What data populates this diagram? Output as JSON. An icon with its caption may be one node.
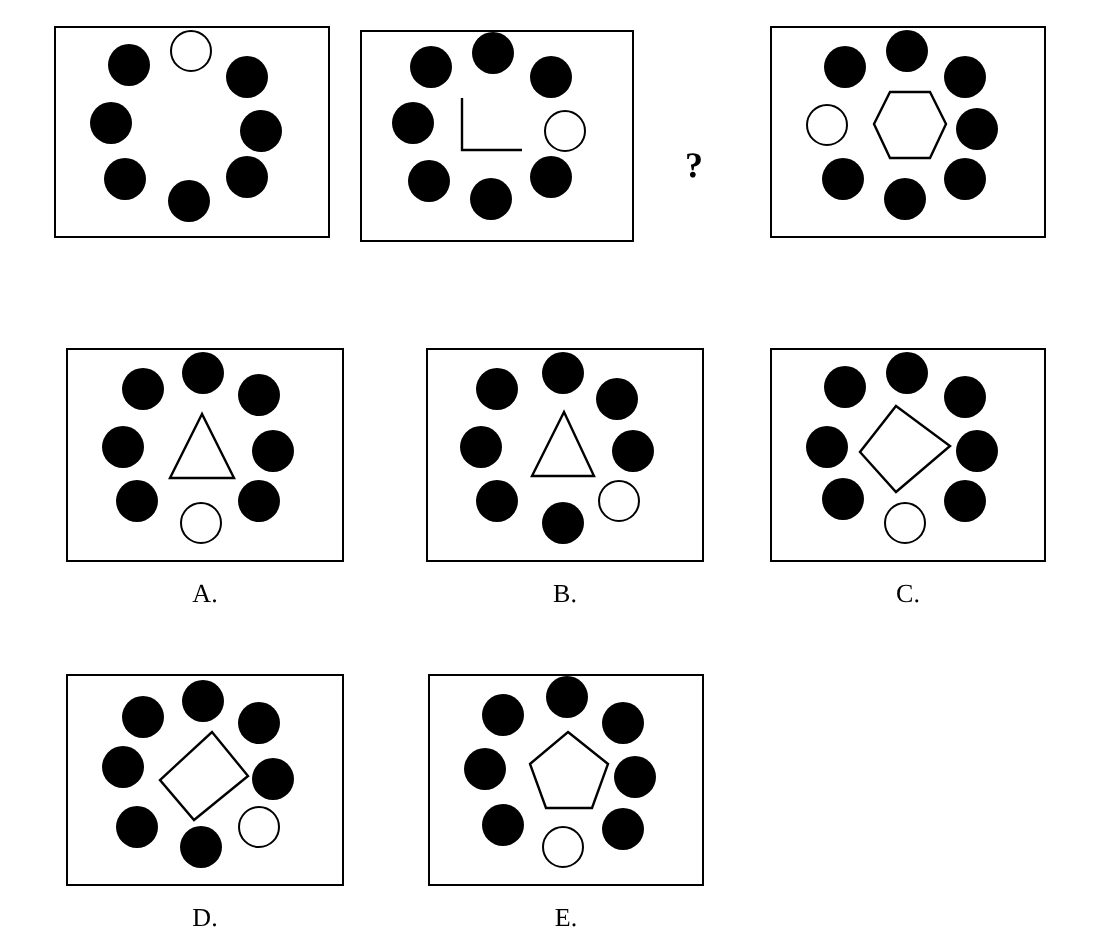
{
  "diagram": {
    "nodes": [
      {
        "text": [],
        "shape": "box"
      },
      {
        "text": [],
        "shape": "box"
      },
      {
        "text": [],
        "shape": "box"
      },
      {
        "text": [],
        "shape": "box",
        "beside": [
          "A."
        ]
      },
      {
        "text": [],
        "shape": "box",
        "beside": [
          "B."
        ]
      },
      {
        "text": [],
        "shape": "box",
        "beside": [
          "C."
        ]
      },
      {
        "text": [],
        "shape": "box",
        "beside": [
          "D."
        ]
      },
      {
        "text": [],
        "shape": "box",
        "beside": [
          "E."
        ]
      }
    ],
    "labels": [
      "?"
    ]
  }
}
